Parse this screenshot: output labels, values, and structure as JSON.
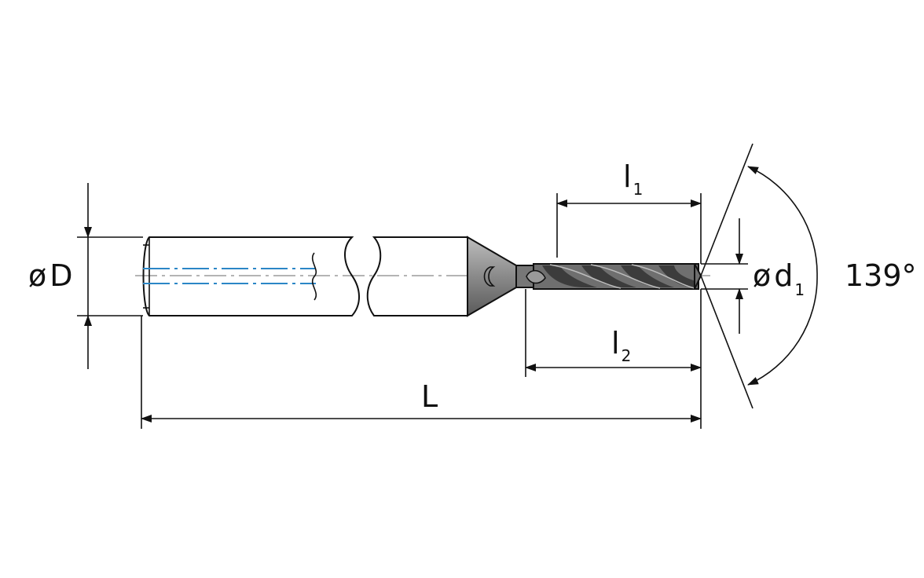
{
  "labels": {
    "shank_dia": {
      "prefix": "ø",
      "main": "D",
      "sub": ""
    },
    "tip_dia": {
      "prefix": "ø",
      "main": "d",
      "sub": "1"
    },
    "flute_len": {
      "main": "l",
      "sub": "1"
    },
    "reach_len": {
      "main": "l",
      "sub": "2"
    },
    "total_len": {
      "main": "L"
    },
    "point_angle": "139°"
  },
  "colors": {
    "line": "#111111",
    "coolant": "#2b86c6",
    "tool_fill": "#6f6f6f",
    "tool_dark": "#3c3c3c",
    "tool_light": "#bdbdbd"
  }
}
